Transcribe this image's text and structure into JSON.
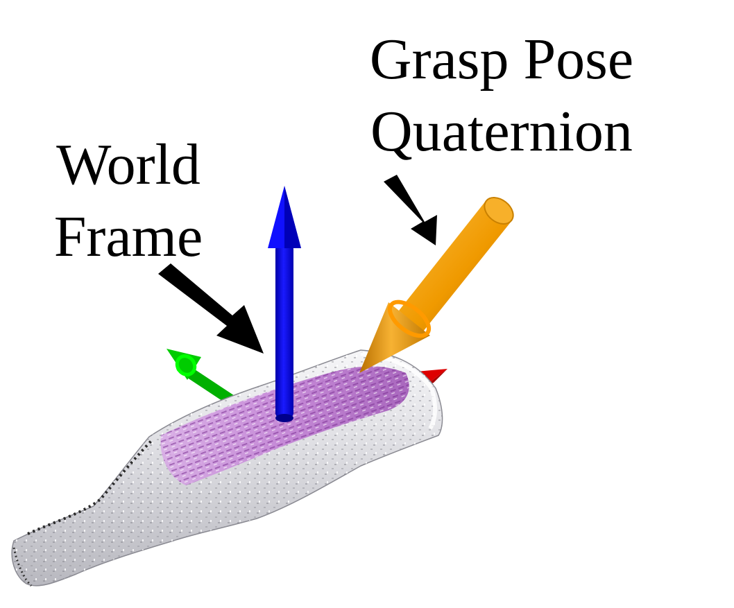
{
  "labels": {
    "grasp_pose": {
      "line1": "Grasp Pose",
      "line2": "Quaternion"
    },
    "world_frame": {
      "line1": "World",
      "line2": "Frame"
    }
  },
  "colors": {
    "x_axis": "#e00000",
    "y_axis": "#00b400",
    "z_axis": "#0000ee",
    "grasp_arrow": "#f0a000",
    "grasp_arrow_dark": "#c07800",
    "pointer_arrows": "#000000",
    "object_tint": "#c98ad8",
    "object_body": "#e8e8ec"
  },
  "icons": {
    "world_frame": "xyz-axes-icon",
    "grasp": "cylinder-arrow-icon",
    "pointer": "black-arrow-icon",
    "object": "point-cloud-bottle-icon"
  }
}
